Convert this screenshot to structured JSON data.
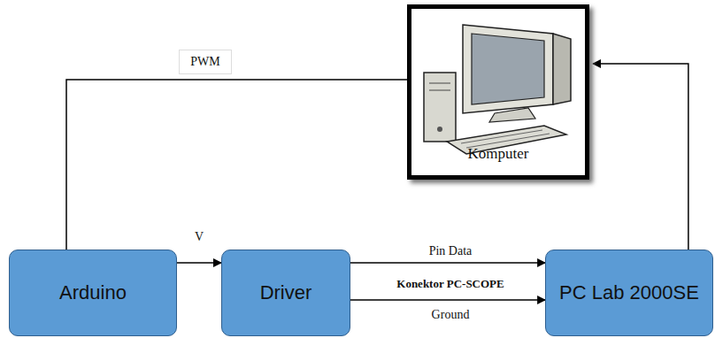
{
  "diagram": {
    "nodes": [
      {
        "text": [
          "Komputer"
        ]
      },
      {
        "text": [
          "Arduino"
        ]
      },
      {
        "text": [
          "Driver"
        ]
      },
      {
        "text": [
          "PC Lab 2000SE"
        ]
      }
    ],
    "edges": [
      {
        "from": 1,
        "to": 0,
        "label": "PWM",
        "arrow": "none"
      },
      {
        "from": 1,
        "to": 2,
        "label": "V",
        "arrow": "to"
      },
      {
        "from": 2,
        "to": 3,
        "label": "Pin Data",
        "arrow": "to"
      },
      {
        "from": 2,
        "to": 3,
        "label": "Ground",
        "arrow": "to"
      },
      {
        "from": 3,
        "to": 0,
        "arrow": "to"
      }
    ],
    "labels": [
      "Konektor PC-SCOPE"
    ]
  }
}
